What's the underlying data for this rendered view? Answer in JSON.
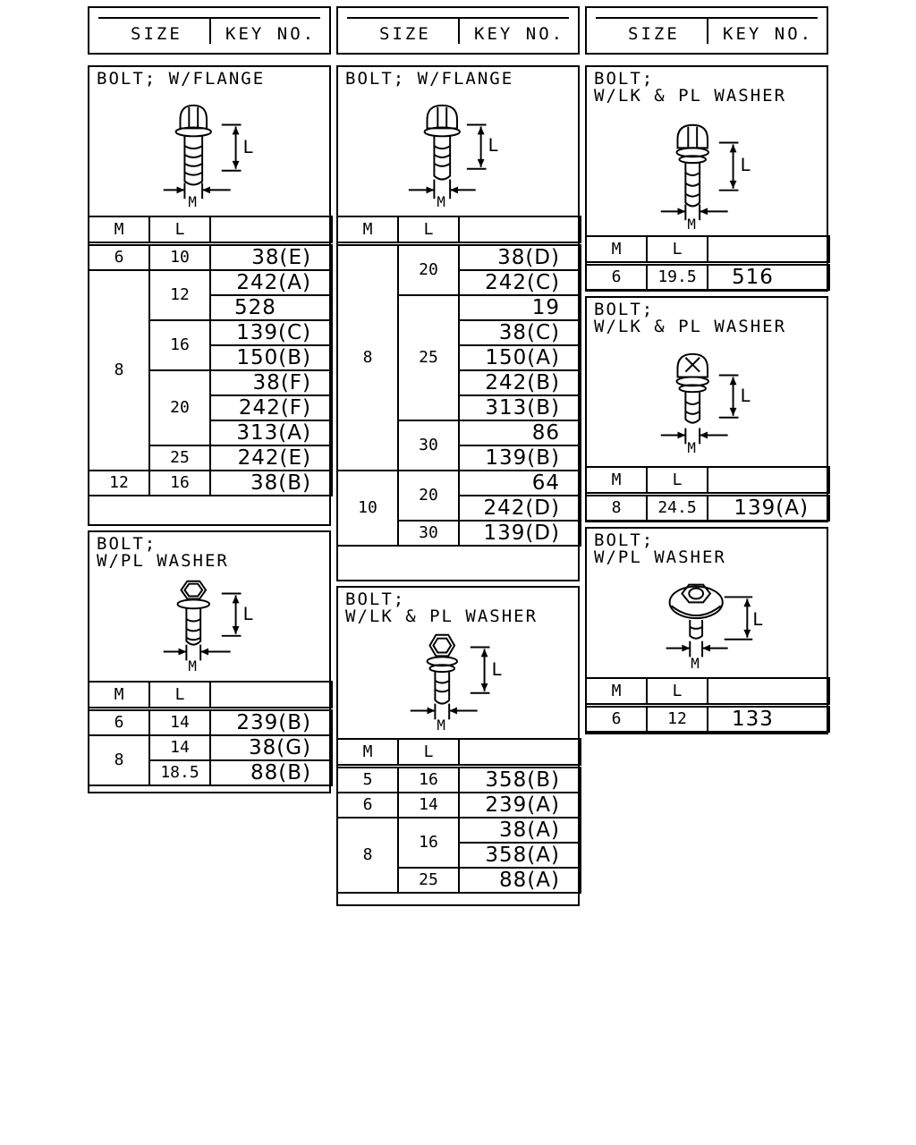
{
  "header": {
    "size_label": "SIZE",
    "key_label": "KEY NO."
  },
  "columns": {
    "m": "M",
    "l": "L"
  },
  "dimension_labels": {
    "length": "L",
    "diameter": "M"
  },
  "panels": [
    {
      "title": "BOLT; W/FLANGE",
      "rows": [
        [
          "6",
          "10",
          "38(E)"
        ],
        [
          "8",
          "12",
          "242(A)"
        ],
        [
          "8",
          "12",
          "528"
        ],
        [
          "8",
          "16",
          "139(C)"
        ],
        [
          "8",
          "16",
          "150(B)"
        ],
        [
          "8",
          "20",
          "38(F)"
        ],
        [
          "8",
          "20",
          "242(F)"
        ],
        [
          "8",
          "20",
          "313(A)"
        ],
        [
          "8",
          "25",
          "242(E)"
        ],
        [
          "12",
          "16",
          "38(B)"
        ]
      ]
    },
    {
      "title": "BOLT;\nW/PL WASHER",
      "rows": [
        [
          "6",
          "14",
          "239(B)"
        ],
        [
          "8",
          "14",
          "38(G)"
        ],
        [
          "8",
          "18.5",
          "88(B)"
        ]
      ]
    },
    {
      "title": "BOLT; W/FLANGE",
      "rows": [
        [
          "8",
          "20",
          "38(D)"
        ],
        [
          "8",
          "20",
          "242(C)"
        ],
        [
          "8",
          "25",
          "19"
        ],
        [
          "8",
          "25",
          "38(C)"
        ],
        [
          "8",
          "25",
          "150(A)"
        ],
        [
          "8",
          "25",
          "242(B)"
        ],
        [
          "8",
          "25",
          "313(B)"
        ],
        [
          "8",
          "30",
          "86"
        ],
        [
          "8",
          "30",
          "139(B)"
        ],
        [
          "10",
          "20",
          "64"
        ],
        [
          "10",
          "20",
          "242(D)"
        ],
        [
          "10",
          "30",
          "139(D)"
        ]
      ]
    },
    {
      "title": "BOLT;\nW/LK & PL WASHER",
      "rows": [
        [
          "5",
          "16",
          "358(B)"
        ],
        [
          "6",
          "14",
          "239(A)"
        ],
        [
          "8",
          "16",
          "38(A)"
        ],
        [
          "8",
          "16",
          "358(A)"
        ],
        [
          "8",
          "25",
          "88(A)"
        ]
      ]
    },
    {
      "title": "BOLT;\nW/LK & PL WASHER",
      "rows": [
        [
          "6",
          "19.5",
          "516"
        ]
      ]
    },
    {
      "title": "BOLT;\nW/LK & PL WASHER",
      "rows": [
        [
          "8",
          "24.5",
          "139(A)"
        ]
      ]
    },
    {
      "title": "BOLT;\nW/PL WASHER",
      "rows": [
        [
          "6",
          "12",
          "133"
        ]
      ]
    }
  ]
}
